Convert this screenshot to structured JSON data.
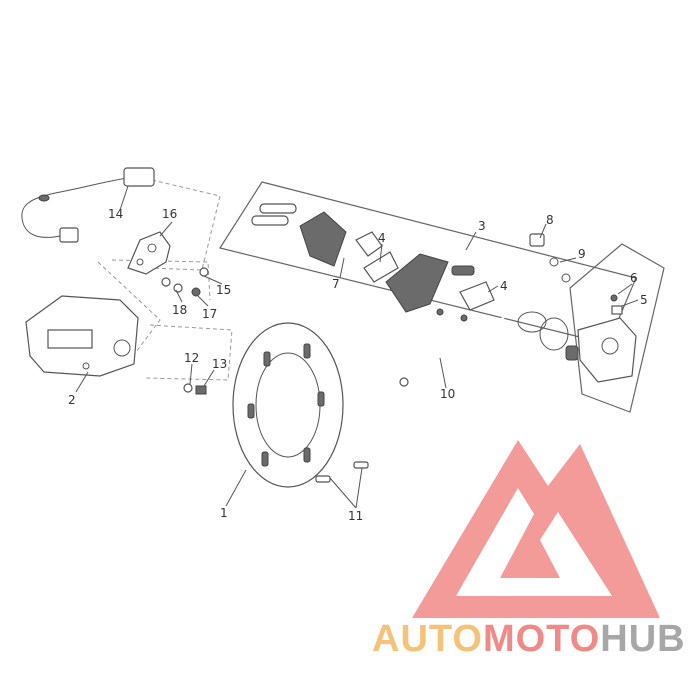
{
  "diagram": {
    "callouts": [
      "1",
      "2",
      "3",
      "4",
      "4",
      "5",
      "6",
      "7",
      "8",
      "9",
      "10",
      "11",
      "12",
      "13",
      "14",
      "15",
      "16",
      "17",
      "18"
    ]
  },
  "watermark": {
    "segments": [
      "AUTO",
      "MOTO",
      "HUB"
    ],
    "colors": {
      "auto": "#f5c27a",
      "moto": "#f08a86",
      "hub": "#a7a7a7",
      "logo": "#f08a86"
    }
  }
}
